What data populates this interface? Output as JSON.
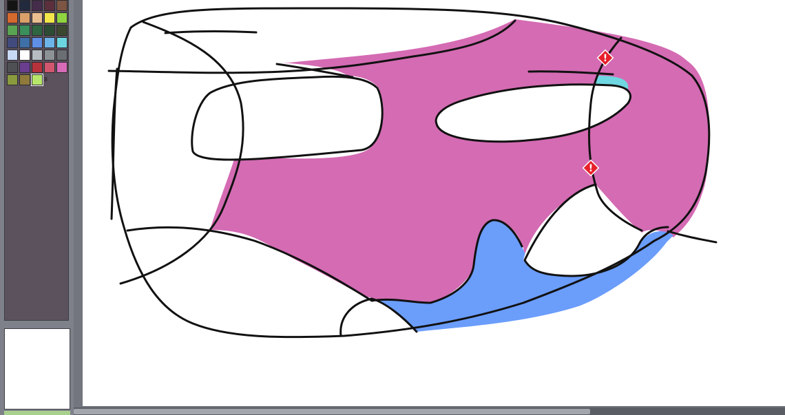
{
  "palette": {
    "swatches": [
      {
        "name": "swatch-black",
        "color": "#141414"
      },
      {
        "name": "swatch-navy",
        "color": "#222a3e"
      },
      {
        "name": "swatch-plum",
        "color": "#442c4a"
      },
      {
        "name": "swatch-wine",
        "color": "#5b2f3c"
      },
      {
        "name": "swatch-brown",
        "color": "#7d5543"
      },
      {
        "name": "swatch-orange",
        "color": "#d6692e"
      },
      {
        "name": "swatch-tan",
        "color": "#d9a06a"
      },
      {
        "name": "swatch-peach",
        "color": "#eabf8f"
      },
      {
        "name": "swatch-yellow",
        "color": "#f3e64b"
      },
      {
        "name": "swatch-lime",
        "color": "#8fd43f"
      },
      {
        "name": "swatch-green",
        "color": "#5aa352"
      },
      {
        "name": "swatch-teal-green",
        "color": "#3b8f5b"
      },
      {
        "name": "swatch-dark-green",
        "color": "#2f6540"
      },
      {
        "name": "swatch-forest",
        "color": "#2d4b35"
      },
      {
        "name": "swatch-olive-dark",
        "color": "#3c4730"
      },
      {
        "name": "swatch-slate-blue",
        "color": "#424b7d"
      },
      {
        "name": "swatch-steel-blue",
        "color": "#3f6fa7"
      },
      {
        "name": "swatch-blue",
        "color": "#5f90e6"
      },
      {
        "name": "swatch-sky",
        "color": "#6db4ea"
      },
      {
        "name": "swatch-cyan",
        "color": "#6cd6e0"
      },
      {
        "name": "swatch-ice",
        "color": "#c9daf7"
      },
      {
        "name": "swatch-white",
        "color": "#ffffff"
      },
      {
        "name": "swatch-light-gray",
        "color": "#b6bcc2"
      },
      {
        "name": "swatch-gray",
        "color": "#8d9297"
      },
      {
        "name": "swatch-dark-gray",
        "color": "#6b6e73"
      },
      {
        "name": "swatch-charcoal",
        "color": "#4e5054"
      },
      {
        "name": "swatch-purple",
        "color": "#6a3d8f"
      },
      {
        "name": "swatch-red",
        "color": "#b8323c"
      },
      {
        "name": "swatch-rose",
        "color": "#d2566e"
      },
      {
        "name": "swatch-magenta",
        "color": "#d86bb8"
      },
      {
        "name": "swatch-olive",
        "color": "#8a9a3f"
      },
      {
        "name": "swatch-khaki",
        "color": "#8f7a3c"
      },
      {
        "name": "swatch-light-lime",
        "color": "#b7e66a"
      }
    ],
    "selected_index": 32,
    "marker": "8"
  },
  "colors": {
    "fill_magenta": "#d46bb3",
    "fill_blue": "#6b9dfb",
    "fill_cyan": "#6ed7e1",
    "stroke": "#111111",
    "warning": "#e8202a"
  },
  "canvas": {
    "warning_marks": [
      {
        "name": "warning-icon",
        "glyph": "!"
      },
      {
        "name": "warning-icon",
        "glyph": "!"
      }
    ]
  }
}
